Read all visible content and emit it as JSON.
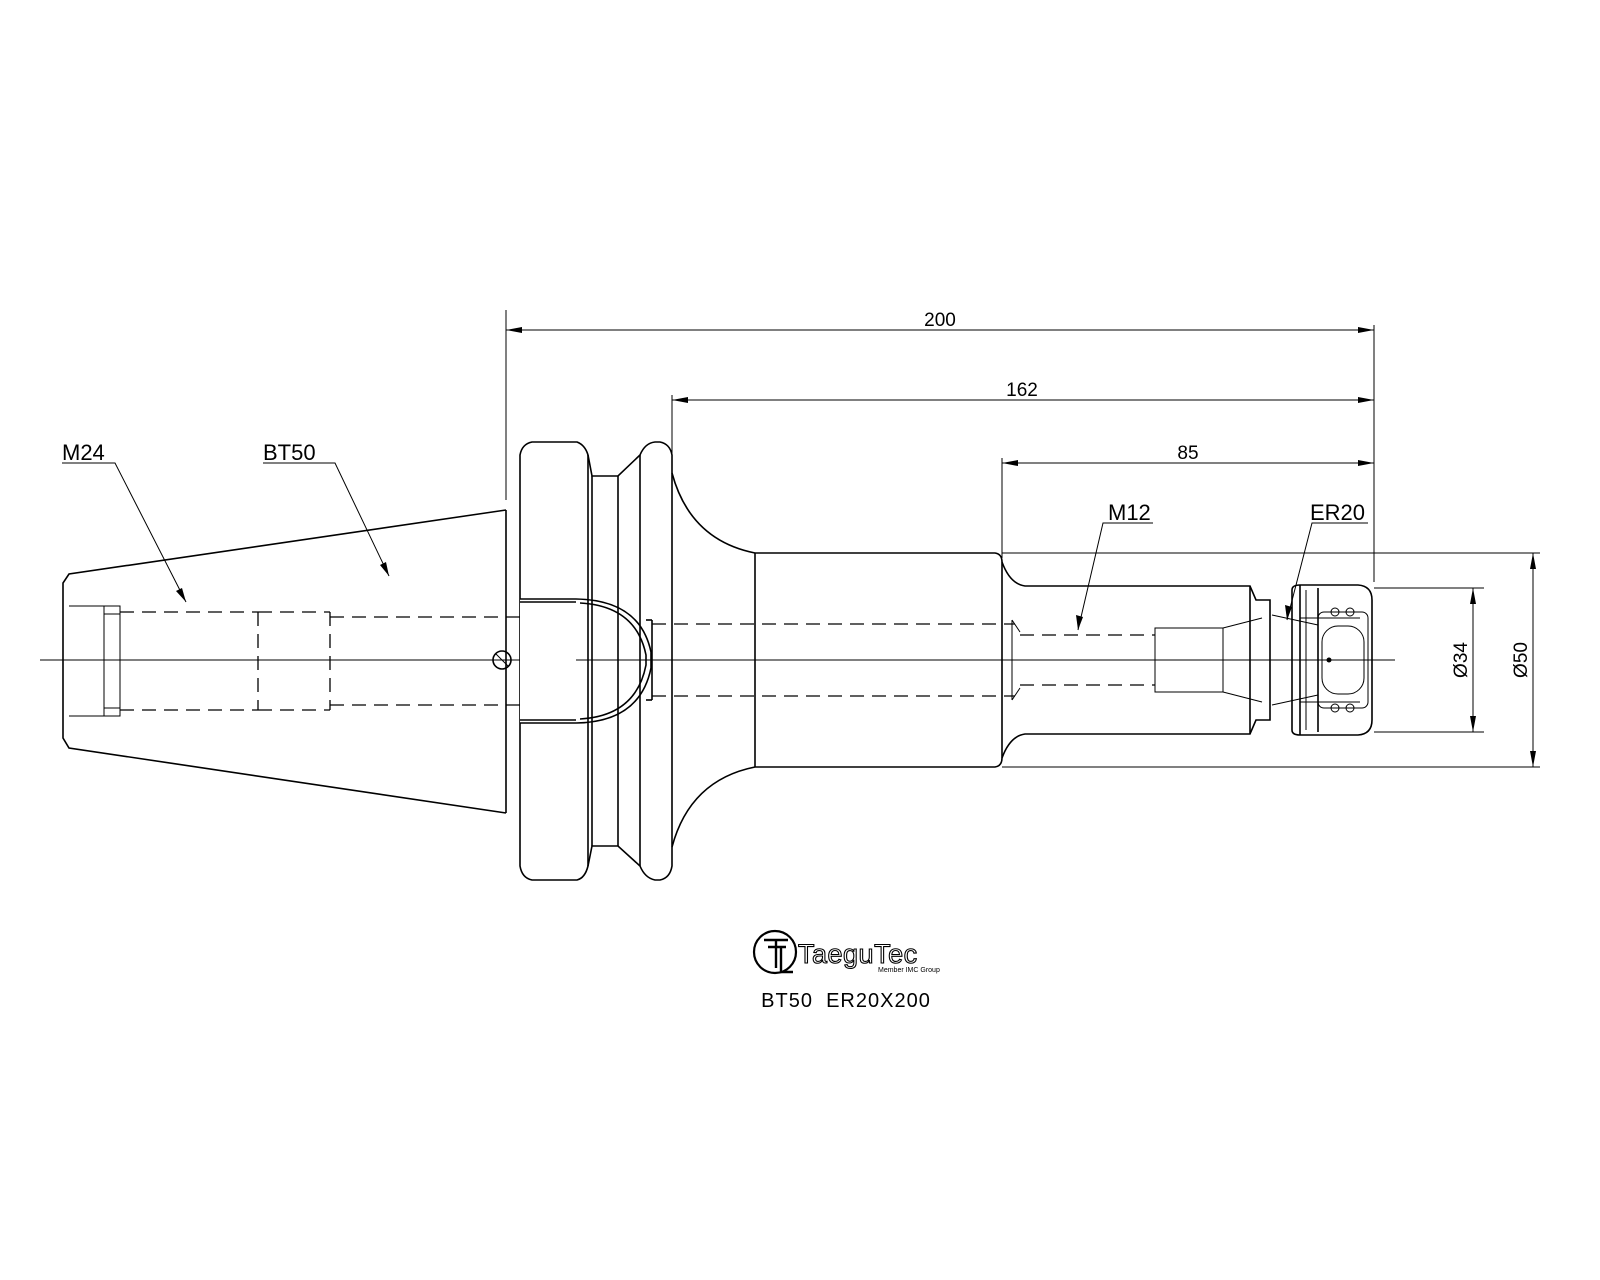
{
  "dimensions": {
    "overall_length": "200",
    "flange_to_nose": "162",
    "nose_extension": "85",
    "collet_nut_diameter": "Ø34",
    "body_diameter": "Ø50"
  },
  "callouts": {
    "pull_stud_thread": "M24",
    "taper": "BT50",
    "back_screw_thread": "M12",
    "collet_type": "ER20"
  },
  "logo": {
    "brand": "TaeguTec",
    "tagline": "Member IMC Group"
  },
  "caption": "BT50  ER20X200"
}
